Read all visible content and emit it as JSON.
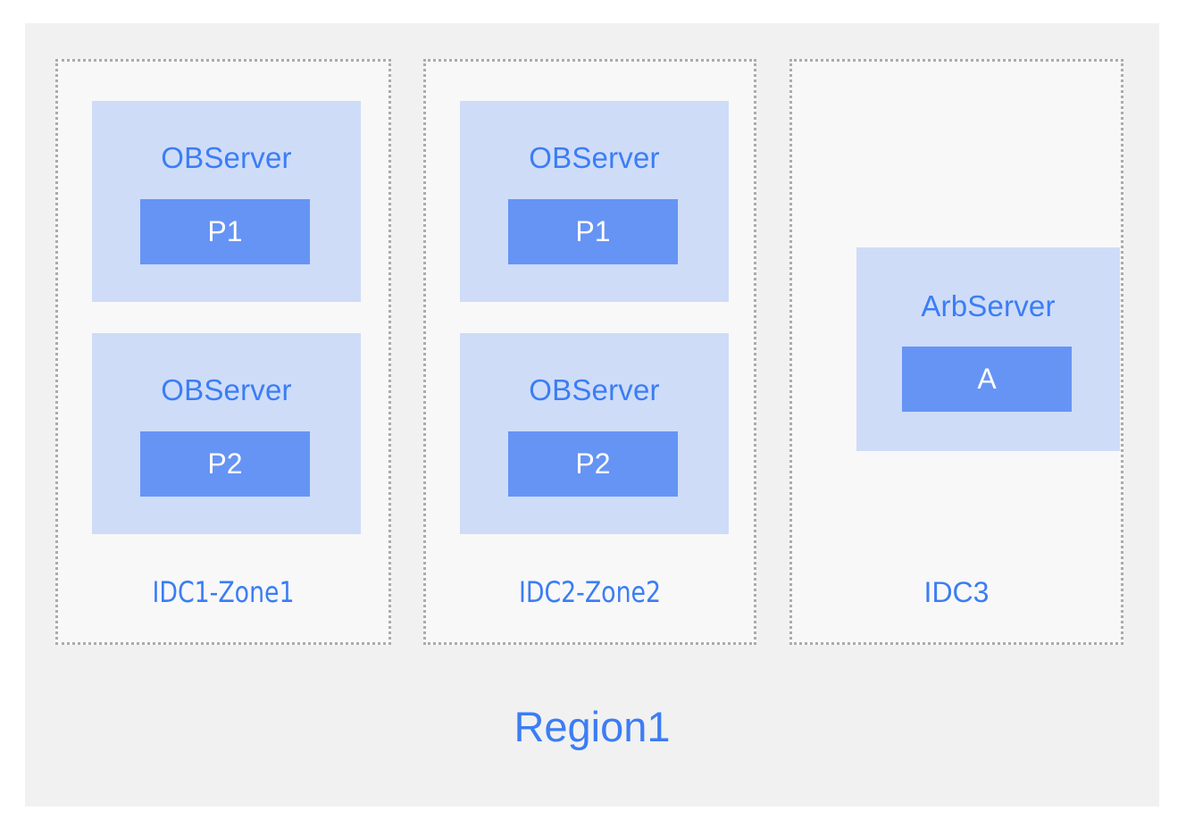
{
  "diagram": {
    "type": "deployment-topology",
    "region": {
      "name": "Region1"
    },
    "colors": {
      "canvas": "#FFFFFF",
      "region_background": "#F1F1F1",
      "zone_background": "#F8F8F8",
      "zone_border": "#ABABAF",
      "server_card": "#CEDCF8",
      "chip": "#6694F5",
      "accent_text": "#3B7DF5",
      "chip_text": "#FFFFFF"
    },
    "zones": [
      {
        "id": "idc1",
        "label": "IDC1-Zone1",
        "servers": [
          {
            "title": "OBServer",
            "chip": "P1"
          },
          {
            "title": "OBServer",
            "chip": "P2"
          }
        ]
      },
      {
        "id": "idc2",
        "label": "IDC2-Zone2",
        "servers": [
          {
            "title": "OBServer",
            "chip": "P1"
          },
          {
            "title": "OBServer",
            "chip": "P2"
          }
        ]
      },
      {
        "id": "idc3",
        "label": "IDC3",
        "servers": [
          {
            "title": "ArbServer",
            "chip": "A"
          }
        ]
      }
    ]
  }
}
